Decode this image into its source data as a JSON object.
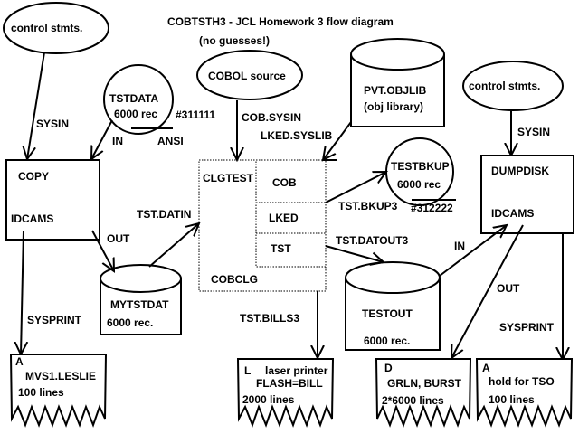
{
  "title": "COBTSTH3 - JCL Homework 3 flow diagram",
  "subtitle": "(no guesses!)",
  "nodes": {
    "control_left": "control stmts.",
    "tstdata": {
      "name": "TSTDATA",
      "records": "6000 rec",
      "serial": "#311111",
      "label": "ANSI"
    },
    "copy": {
      "step": "COPY",
      "program": "IDCAMS"
    },
    "cobol_source": "COBOL source",
    "objlib": {
      "name": "PVT.OBJLIB",
      "desc": "(obj library)"
    },
    "clgtest": {
      "step": "CLGTEST",
      "proc": "COBCLG",
      "substeps": [
        "COB",
        "LKED",
        "TST"
      ]
    },
    "testbkup": {
      "name": "TESTBKUP",
      "records": "6000 rec",
      "serial": "#312222"
    },
    "control_right": "control stmts.",
    "dumpdisk": {
      "step": "DUMPDISK",
      "program": "IDCAMS"
    },
    "mytstdat": {
      "name": "MYTSTDAT",
      "records": "6000 rec."
    },
    "testout": {
      "name": "TESTOUT",
      "records": "6000 rec."
    },
    "print_leslie": {
      "class": "A",
      "dest": "MVS1.LESLIE",
      "lines": "100 lines"
    },
    "print_laser": {
      "class": "L",
      "dest": "laser printer",
      "flash": "FLASH=BILL",
      "lines": "2000 lines"
    },
    "print_burst": {
      "class": "D",
      "dest": "GRLN, BURST",
      "lines": "2*6000 lines"
    },
    "print_tso": {
      "class": "A",
      "dest": "hold for TSO",
      "lines": "100 lines"
    }
  },
  "edges": {
    "sysin_left": "SYSIN",
    "in_left": "IN",
    "out_left": "OUT",
    "sysprint_left": "SYSPRINT",
    "cob_sysin": "COB.SYSIN",
    "lked_syslib": "LKED.SYSLIB",
    "tst_datin": "TST.DATIN",
    "tst_bkup3": "TST.BKUP3",
    "tst_datout3": "TST.DATOUT3",
    "tst_bills3": "TST.BILLS3",
    "sysin_right": "SYSIN",
    "in_right": "IN",
    "out_right": "OUT",
    "sysprint_right": "SYSPRINT"
  }
}
